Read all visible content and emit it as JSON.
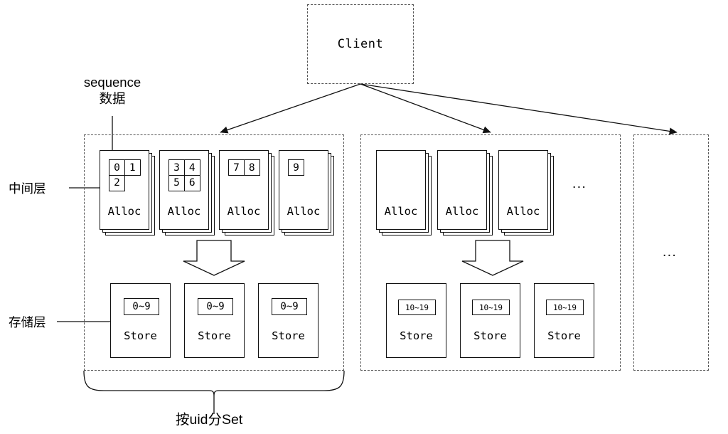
{
  "diagram": {
    "title_nodes": {
      "client": "Client"
    },
    "labels": {
      "sequence_line1": "sequence",
      "sequence_line2": "数据",
      "middle_layer": "中间层",
      "storage_layer": "存储层",
      "bottom_caption": "按uid分Set",
      "ellipsis": "..."
    },
    "sets": [
      {
        "name": "set-1",
        "alloc_nodes": [
          {
            "label": "Alloc",
            "grid": [
              [
                "0",
                "1"
              ],
              [
                "2"
              ]
            ]
          },
          {
            "label": "Alloc",
            "grid": [
              [
                "3",
                "4"
              ],
              [
                "5",
                "6"
              ]
            ]
          },
          {
            "label": "Alloc",
            "grid": [
              [
                "7",
                "8"
              ]
            ]
          },
          {
            "label": "Alloc",
            "grid": [
              [
                "9"
              ]
            ]
          }
        ],
        "has_alloc_ellipsis": false,
        "store_nodes": [
          {
            "label": "Store",
            "range": "0~9"
          },
          {
            "label": "Store",
            "range": "0~9"
          },
          {
            "label": "Store",
            "range": "0~9"
          }
        ]
      },
      {
        "name": "set-2",
        "alloc_nodes": [
          {
            "label": "Alloc",
            "grid": []
          },
          {
            "label": "Alloc",
            "grid": []
          },
          {
            "label": "Alloc",
            "grid": []
          }
        ],
        "has_alloc_ellipsis": true,
        "store_nodes": [
          {
            "label": "Store",
            "range": "10~19"
          },
          {
            "label": "Store",
            "range": "10~19"
          },
          {
            "label": "Store",
            "range": "10~19"
          }
        ]
      },
      {
        "name": "set-more",
        "alloc_nodes": [],
        "has_alloc_ellipsis": false,
        "store_nodes": [],
        "placeholder": "..."
      }
    ],
    "colors": {
      "stroke": "#111111",
      "dashed_stroke": "#555555",
      "background": "#ffffff",
      "text": "#000000"
    }
  }
}
